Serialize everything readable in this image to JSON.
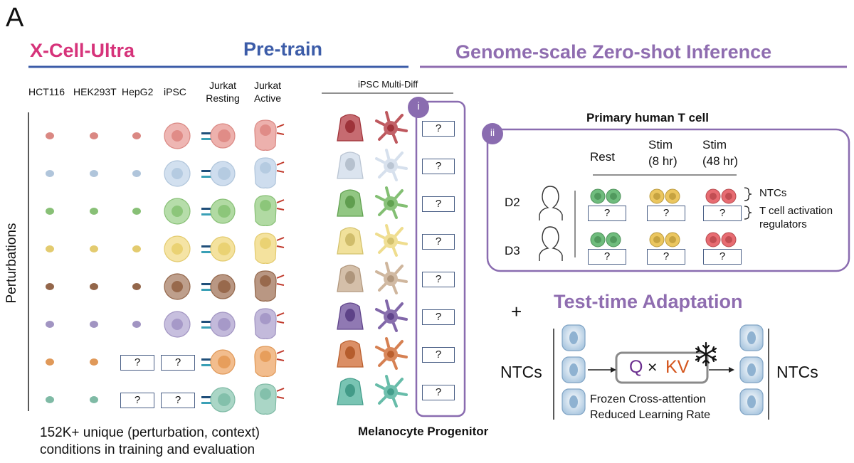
{
  "panel_letter": "A",
  "titles": {
    "model": "X-Cell-Ultra",
    "pretrain": "Pre-train",
    "inference": "Genome-scale Zero-shot Inference",
    "tta": "Test-time Adaptation"
  },
  "columns": [
    "HCT116",
    "HEK293T",
    "HepG2",
    "iPSC",
    "Jurkat\nResting",
    "Jurkat\nActive"
  ],
  "row_axis_label": "Perturbations",
  "row_colors": [
    "#e58f8a",
    "#b9cfe6",
    "#8fca7c",
    "#efd675",
    "#9b6b4e",
    "#a99ccc",
    "#eca15e",
    "#86c4ae"
  ],
  "unknown_mark": "?",
  "missing_cells": [
    [
      6,
      2
    ],
    [
      6,
      3
    ],
    [
      7,
      2
    ],
    [
      7,
      3
    ]
  ],
  "bottom_caption": [
    "152K+ unique (perturbation, context)",
    "conditions in training and evaluation"
  ],
  "multidiff": {
    "header": "iPSC Multi-Diff",
    "badge": "i",
    "caption": "Melanocyte Progenitor"
  },
  "tcell": {
    "badge": "ii",
    "title": "Primary human T cell",
    "conditions": [
      "Rest",
      "Stim\n(8 hr)",
      "Stim\n(48 hr)"
    ],
    "donors": [
      "D2",
      "D3"
    ],
    "legend_ntc": "NTCs",
    "legend_regulators": "T cell activation\nregulators",
    "condition_colors": [
      "#5fb46e",
      "#e9c04d",
      "#e45c62"
    ]
  },
  "tta": {
    "plus": "+",
    "left_label": "NTCs",
    "right_label": "NTCs",
    "q": "Q",
    "times": "×",
    "kv": "KV",
    "caption_line1": "Frozen Cross-attention",
    "caption_line2": "Reduced Learning Rate",
    "q_color": "#6b2f8f",
    "kv_color": "#d4551c"
  },
  "colors": {
    "model_title": "#d6337a",
    "pretrain": "#3c5ca8",
    "inference": "#8f6db0",
    "box_stroke": "#8a6cb0",
    "snowflake": "#111111"
  }
}
